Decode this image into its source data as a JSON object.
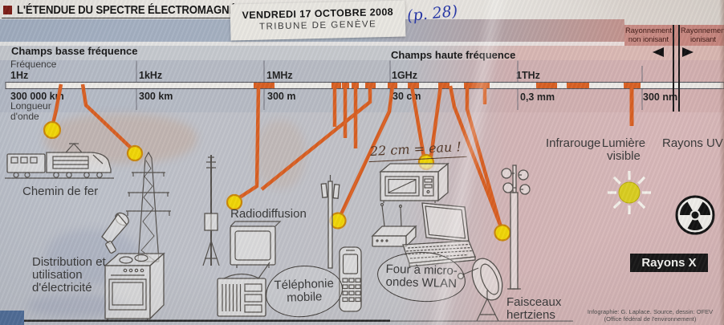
{
  "title": {
    "text": "L'ÉTENDUE DU SPECTRE ÉLECTROMAGNÉTIQUE"
  },
  "masthead": {
    "date": "VENDREDI 17 OCTOBRE 2008",
    "newspaper": "TRIBUNE DE GENÈVE"
  },
  "handwritten": {
    "page_note": "(p. 28)",
    "water_note": "22 cm = eau !"
  },
  "bands": {
    "low_freq": "Champs basse fréquence",
    "high_freq": "Champs haute fréquence",
    "radiation_non_ionizing": "Rayonnement non ionisant",
    "radiation_ionizing": "Rayonnement ionisant"
  },
  "axis": {
    "frequency_label": "Fréquence",
    "wavelength_label": "Longueur d'onde",
    "frequencies": [
      "1Hz",
      "1kHz",
      "1MHz",
      "1GHz",
      "1THz"
    ],
    "wavelengths": [
      "300 000 km",
      "300 km",
      "300 m",
      "30 cm",
      "0,3 mm",
      "300 nm"
    ]
  },
  "items": {
    "railway": {
      "label": "Chemin de fer"
    },
    "electricity": {
      "label": "Distribution et utilisation d'électricité"
    },
    "broadcast": {
      "label": "Radiodiffusion"
    },
    "mobile": {
      "label": "Téléphonie mobile",
      "circled": true
    },
    "microwave_wlan": {
      "label": "Four à micro-ondes WLAN",
      "circled": true
    },
    "hertzian_beams": {
      "label": "Faisceaux hertziens"
    },
    "infrared": {
      "label": "Infrarouge"
    },
    "visible_light": {
      "label": "Lumière visible"
    },
    "uv": {
      "label": "Rayons UV"
    },
    "xray": {
      "label": "Rayons X"
    }
  },
  "credits": {
    "line1": "Infographie: G. Laplace. Source, dessin: OFEV",
    "line2": "(Office fédéral de l'environnement)"
  },
  "icons": {
    "title_bullet": "dark-red-square",
    "non_ionizing_arrow": "left-triangle",
    "ionizing_arrow": "right-triangle",
    "sun": "sun-with-rays",
    "radioactivity": "trefoil"
  },
  "colors": {
    "spectrum_orange": "#d85f22",
    "dot_yellow": "#f0d506",
    "badge_black": "#161616",
    "ink_blue": "#2636a6",
    "pink_zone": "#c98c85",
    "blue_zone": "#a7b1bf"
  }
}
